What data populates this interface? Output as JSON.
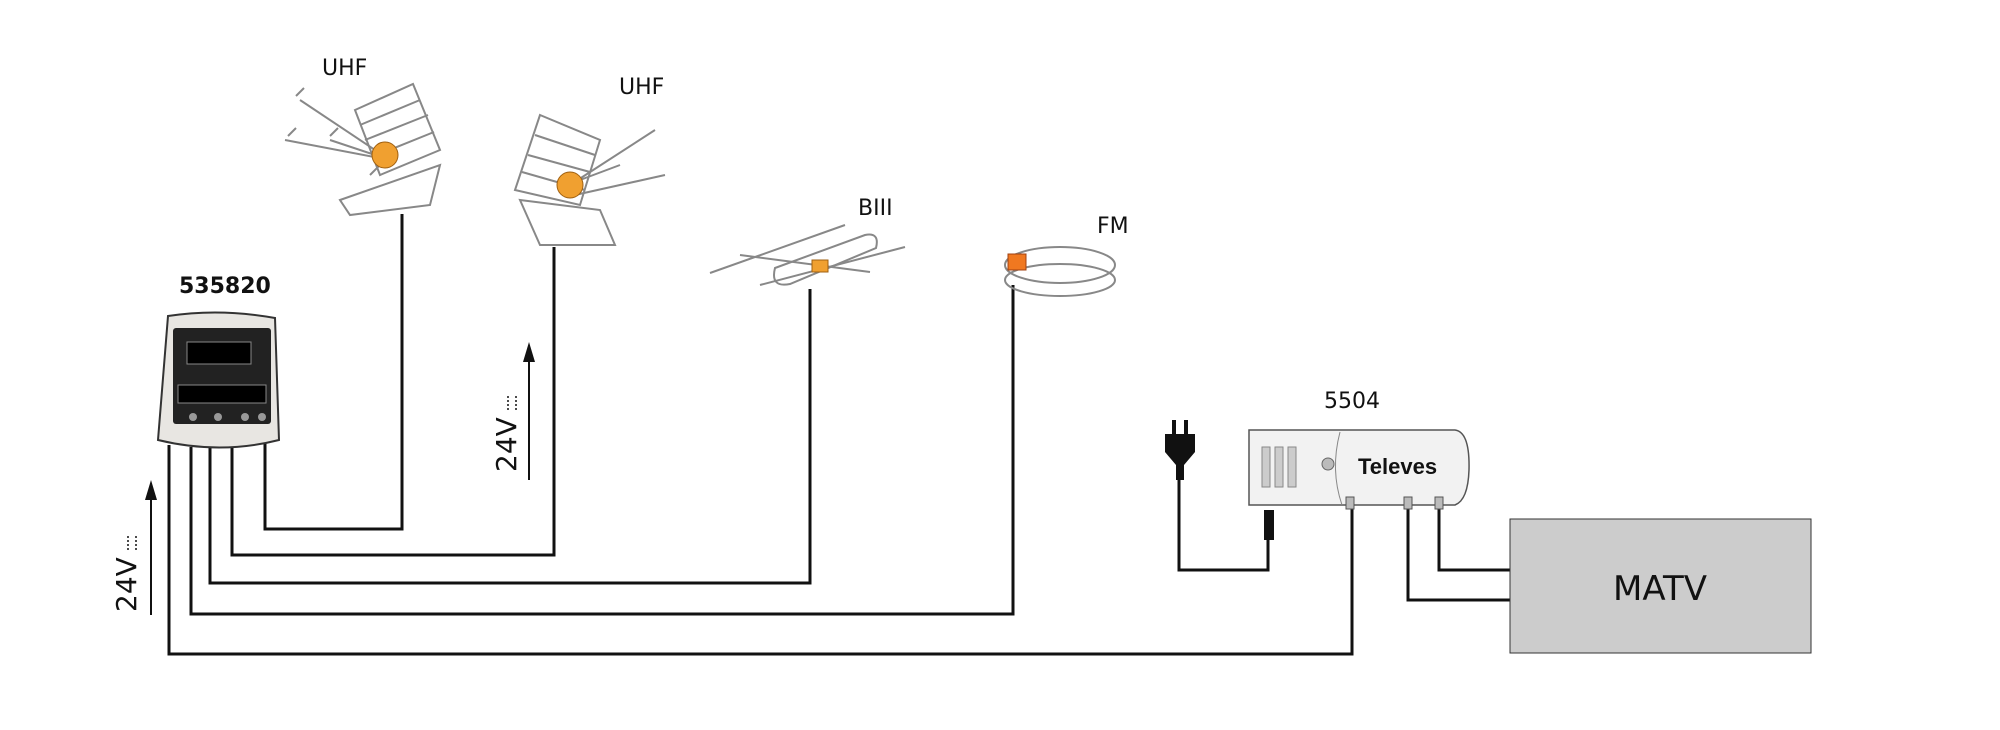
{
  "labels": {
    "uhf_1": "UHF",
    "uhf_2": "UHF",
    "biii": "BIII",
    "fm": "FM",
    "headend_model": "535820",
    "amplifier_model": "5504",
    "amplifier_brand": "Televes",
    "matv": "MATV",
    "voltage_left": "24V",
    "voltage_mid": "24V"
  },
  "colors": {
    "wire": "#111111",
    "antenna_body": "#f0a030",
    "matv_box": "#cccccc",
    "device_body": "#e8e6e2"
  }
}
